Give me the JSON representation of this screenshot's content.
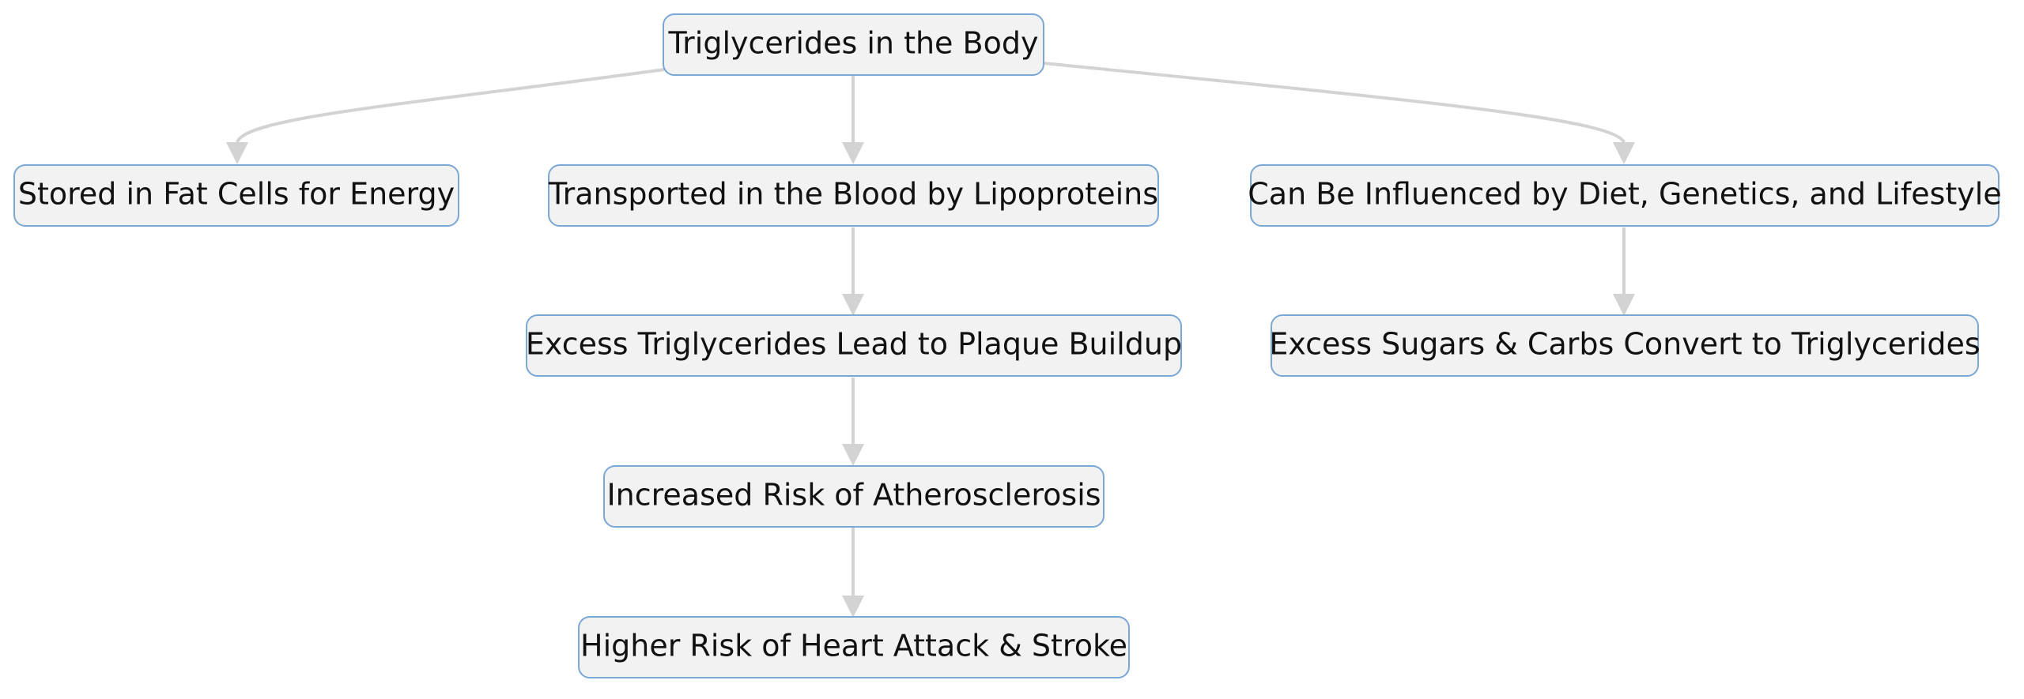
{
  "diagram": {
    "nodes": {
      "root": "Triglycerides in the Body",
      "stored": "Stored in Fat Cells for Energy",
      "transported": "Transported in the Blood by Lipoproteins",
      "influenced": "Can Be Influenced by Diet, Genetics, and Lifestyle",
      "plaque": "Excess Triglycerides Lead to Plaque Buildup",
      "sugars": "Excess Sugars & Carbs Convert to Triglycerides",
      "atherosclerosis": "Increased Risk of Atherosclerosis",
      "heart": "Higher Risk of Heart Attack & Stroke"
    },
    "edges": [
      {
        "from": "root",
        "to": "stored"
      },
      {
        "from": "root",
        "to": "transported"
      },
      {
        "from": "root",
        "to": "influenced"
      },
      {
        "from": "transported",
        "to": "plaque"
      },
      {
        "from": "influenced",
        "to": "sugars"
      },
      {
        "from": "plaque",
        "to": "atherosclerosis"
      },
      {
        "from": "atherosclerosis",
        "to": "heart"
      }
    ],
    "colors": {
      "node_fill": "#f2f2f2",
      "node_border": "#7ba7d4",
      "edge": "#d3d3d3",
      "text": "#111111"
    }
  }
}
